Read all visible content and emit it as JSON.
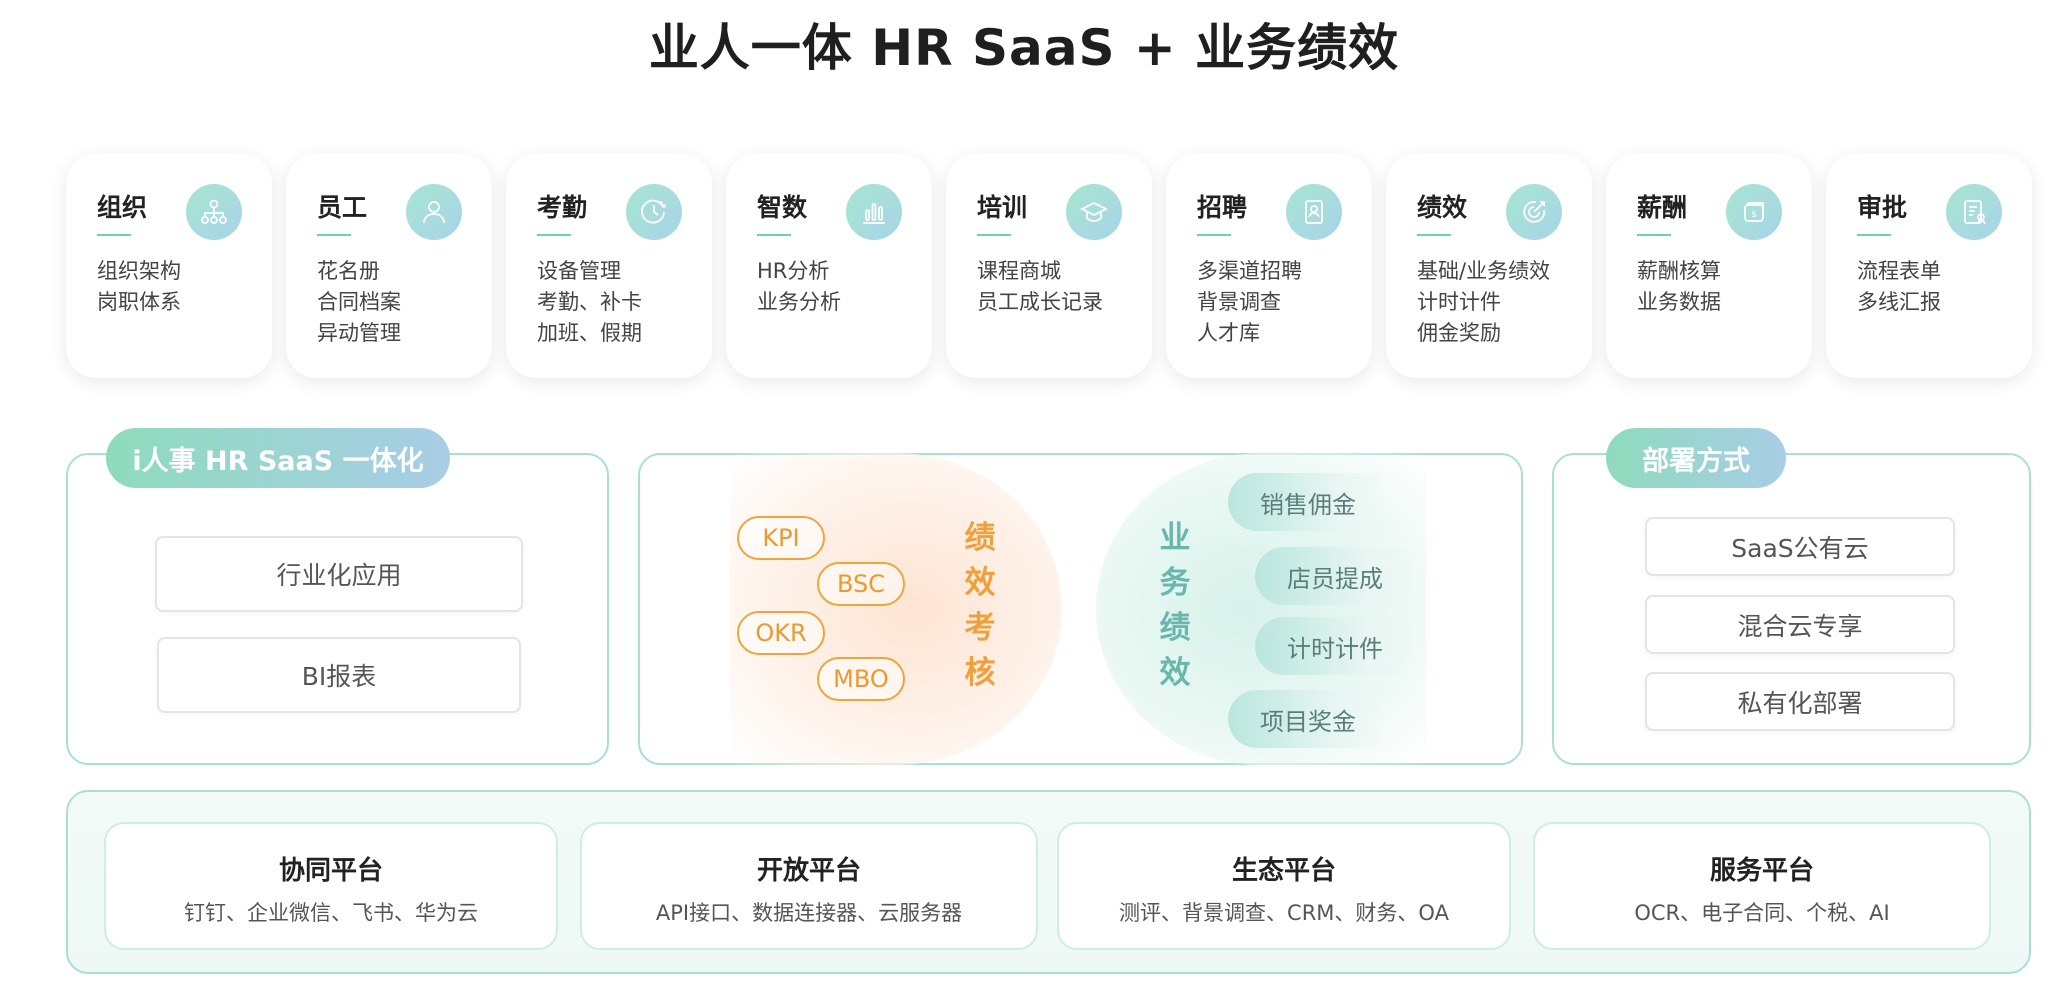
{
  "title": "业人一体 HR SaaS + 业务绩效",
  "modules": [
    {
      "name": "组织",
      "icon": "org-chart-icon",
      "items": [
        "组织架构",
        "岗职体系"
      ]
    },
    {
      "name": "员工",
      "icon": "person-icon",
      "items": [
        "花名册",
        "合同档案",
        "异动管理"
      ]
    },
    {
      "name": "考勤",
      "icon": "clock-icon",
      "items": [
        "设备管理",
        "考勤、补卡",
        "加班、假期"
      ]
    },
    {
      "name": "智数",
      "icon": "bar-chart-icon",
      "items": [
        "HR分析",
        "业务分析"
      ]
    },
    {
      "name": "培训",
      "icon": "graduation-cap-icon",
      "items": [
        "课程商城",
        "员工成长记录"
      ]
    },
    {
      "name": "招聘",
      "icon": "id-badge-icon",
      "items": [
        "多渠道招聘",
        "背景调查",
        "人才库"
      ]
    },
    {
      "name": "绩效",
      "icon": "target-arrow-icon",
      "items": [
        "基础/业务绩效",
        "计时计件",
        "佣金奖励"
      ]
    },
    {
      "name": "薪酬",
      "icon": "money-card-icon",
      "items": [
        "薪酬核算",
        "业务数据"
      ]
    },
    {
      "name": "审批",
      "icon": "approval-doc-icon",
      "items": [
        "流程表单",
        "多线汇报"
      ]
    }
  ],
  "left_section": {
    "title": "i人事 HR SaaS 一体化",
    "items": [
      "行业化应用",
      "BI报表"
    ]
  },
  "middle_section": {
    "left_tags": [
      "KPI",
      "BSC",
      "OKR",
      "MBO"
    ],
    "left_label": [
      "绩",
      "效",
      "考",
      "核"
    ],
    "right_label": [
      "业",
      "务",
      "绩",
      "效"
    ],
    "right_tags": [
      "销售佣金",
      "店员提成",
      "计时计件",
      "项目奖金"
    ]
  },
  "right_section": {
    "title": "部署方式",
    "items": [
      "SaaS公有云",
      "混合云专享",
      "私有化部署"
    ]
  },
  "platforms": [
    {
      "name": "协同平台",
      "desc": "钉钉、企业微信、飞书、华为云"
    },
    {
      "name": "开放平台",
      "desc": "API接口、数据连接器、云服务器"
    },
    {
      "name": "生态平台",
      "desc": "测评、背景调查、CRM、财务、OA"
    },
    {
      "name": "服务平台",
      "desc": "OCR、电子合同、个税、AI"
    }
  ],
  "colors": {
    "accent_green": "#8edbbc",
    "accent_blue": "#a8cde6",
    "orange": "#f0a03a",
    "teal": "#69b7ac",
    "border": "#a9e2cc"
  }
}
